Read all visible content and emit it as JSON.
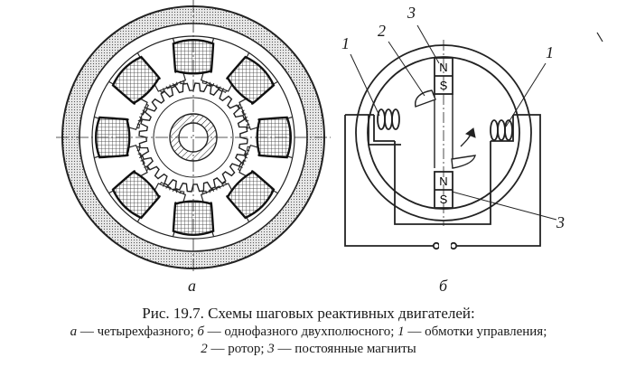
{
  "figure": {
    "panel_a_label": "а",
    "panel_b_label": "б",
    "callouts": {
      "stator_coil_left": "1",
      "stator_coil_right": "1",
      "rotor": "2",
      "magnet_top": "3",
      "magnet_bottom": "3"
    },
    "magnet_top_letters": [
      "N",
      "S"
    ],
    "magnet_bottom_letters": [
      "N",
      "S"
    ]
  },
  "caption": {
    "title": "Рис. 19.7. Схемы шаговых реактивных двигателей:",
    "line1": [
      {
        "t": "а",
        "i": true
      },
      {
        "t": " — четырехфазного; ",
        "i": false
      },
      {
        "t": "б",
        "i": true
      },
      {
        "t": " — однофазного двухполюсного; ",
        "i": false
      },
      {
        "t": "1",
        "i": true
      },
      {
        "t": " — обмотки управления;",
        "i": false
      }
    ],
    "line2": [
      {
        "t": "2",
        "i": true
      },
      {
        "t": " — ротор; ",
        "i": false
      },
      {
        "t": "3",
        "i": true
      },
      {
        "t": " — постоянные магниты",
        "i": false
      }
    ]
  }
}
